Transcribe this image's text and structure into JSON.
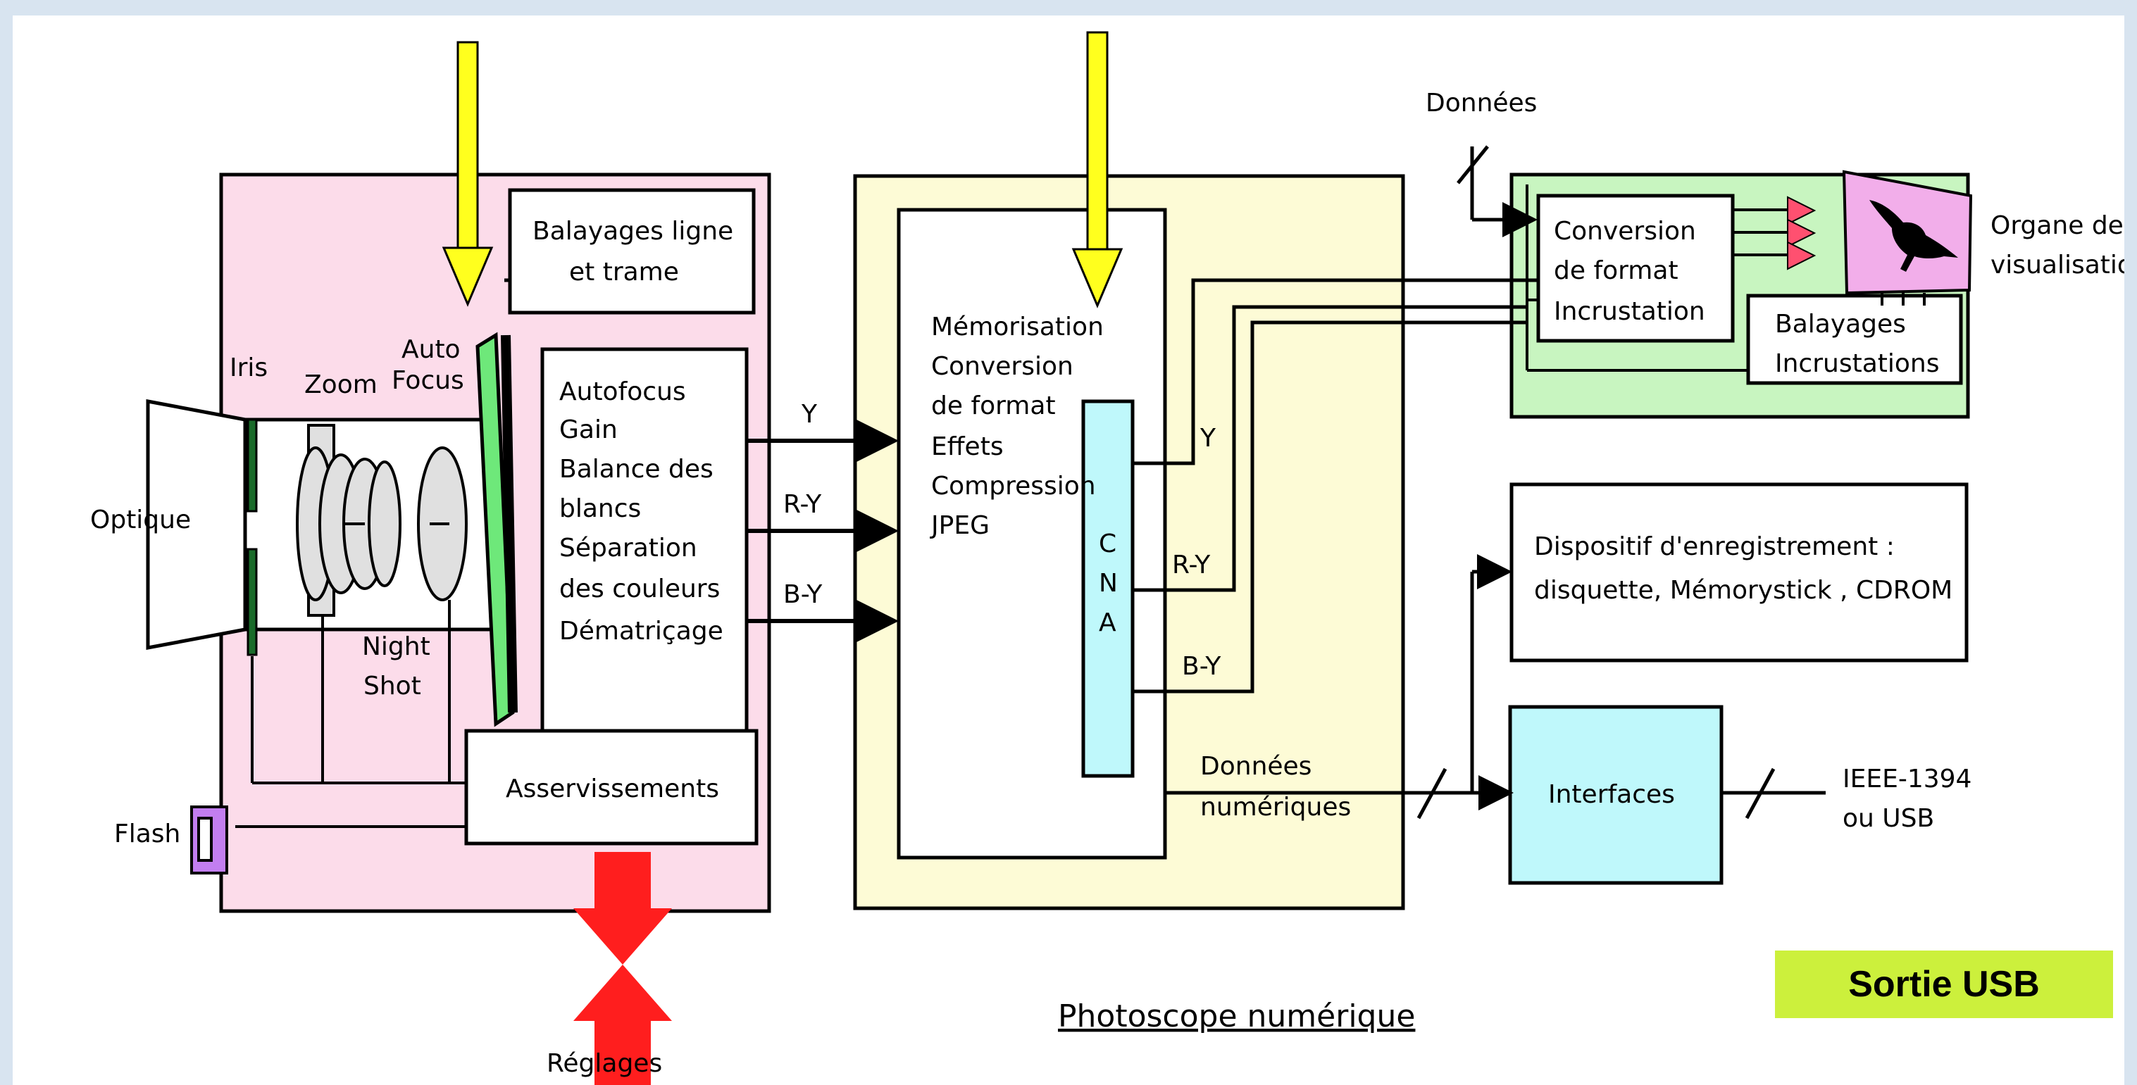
{
  "title": "Photoscope numérique",
  "badge": "Sortie USB",
  "camera": {
    "optique": "Optique",
    "iris": "Iris",
    "zoom": "Zoom",
    "autofocus_1": "Auto",
    "autofocus_2": "Focus",
    "nightshot_1": "Night",
    "nightshot_2": "Shot",
    "flash": "Flash",
    "reglages": "Réglages",
    "balayages_1": "Balayages ligne",
    "balayages_2": "et trame",
    "processing": [
      "Autofocus",
      "Gain",
      "Balance des",
      "blancs",
      "Séparation",
      "des couleurs",
      "Dématriçage"
    ],
    "asservissements": "Asservissements"
  },
  "signals": {
    "y": "Y",
    "ry": "R-Y",
    "by": "B-Y"
  },
  "memory": {
    "lines": [
      "Mémorisation",
      "Conversion",
      "de format",
      "Effets",
      "Compression",
      "JPEG"
    ],
    "cna": [
      "C",
      "N",
      "A"
    ],
    "donnees_num_1": "Données",
    "donnees_num_2": "numériques"
  },
  "display": {
    "donnees": "Données",
    "conversion": [
      "Conversion",
      "de format",
      "Incrustation"
    ],
    "balayages": [
      "Balayages",
      "Incrustations"
    ],
    "organe_1": "Organe de",
    "organe_2": "visualisation"
  },
  "storage": {
    "line1": "Dispositif d'enregistrement :",
    "line2": "disquette,  Mémorystick  , CDROM"
  },
  "interfaces": {
    "label": "Interfaces",
    "out_1": "IEEE-1394",
    "out_2": "ou USB"
  },
  "colors": {
    "camera_bg": "#fcdcea",
    "memory_bg": "#fdfbd6",
    "display_bg": "#c8f5c0",
    "cyan": "#bff8fb",
    "green_plate": "#6ee87a",
    "yellow_arrow": "#ffff1e",
    "red_arrow": "#ff1e1e",
    "flash": "#c27ef0",
    "screen": "#f2aeea"
  }
}
